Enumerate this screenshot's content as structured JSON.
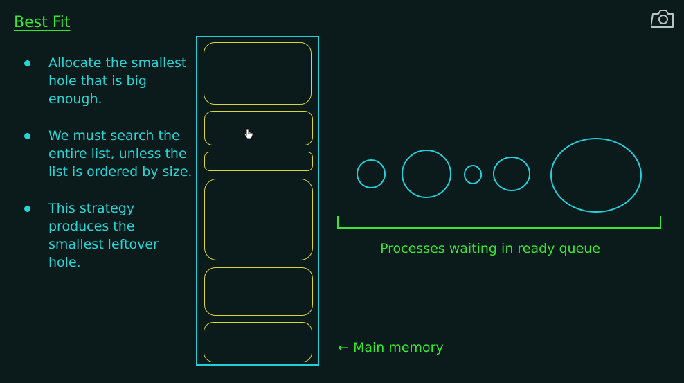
{
  "title": "Best Fit",
  "bullets": [
    "Allocate the smallest hole that is big enough.",
    "We must search the entire list, unless the list is ordered by size.",
    "This strategy produces the smallest leftover hole."
  ],
  "labels": {
    "queue": "Processes waiting in ready queue",
    "memory": "← Main memory"
  },
  "icons": {
    "camera": "camera-icon",
    "cursor": "hand-pointer-icon"
  },
  "colors": {
    "background": "#0b1a1a",
    "title_green": "#39e632",
    "text_cyan": "#25d6d6",
    "memory_border": "#22cfd6",
    "hole_yellow": "#d9d631",
    "process_cyan": "#22d1dc"
  }
}
